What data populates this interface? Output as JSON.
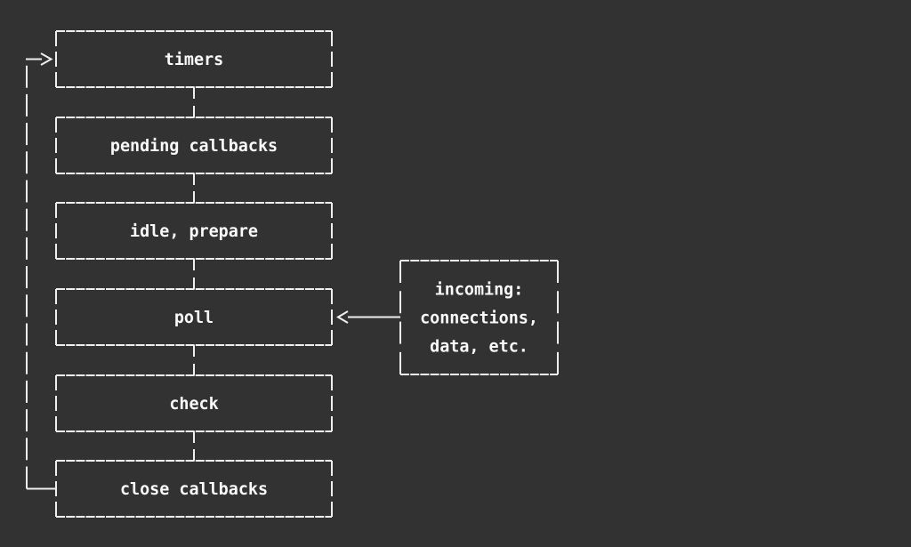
{
  "diagram": {
    "kind": "flowchart",
    "phases": [
      {
        "label": "timers"
      },
      {
        "label": "pending callbacks"
      },
      {
        "label": "idle, prepare"
      },
      {
        "label": "poll"
      },
      {
        "label": "check"
      },
      {
        "label": "close callbacks"
      }
    ],
    "side_box": {
      "lines": [
        "incoming:",
        "connections,",
        "data, etc."
      ],
      "points_to": "poll"
    },
    "loop": {
      "from": "close callbacks",
      "to": "timers"
    },
    "colors": {
      "background": "#323232",
      "line": "#efefef",
      "text": "#fafafa"
    }
  }
}
